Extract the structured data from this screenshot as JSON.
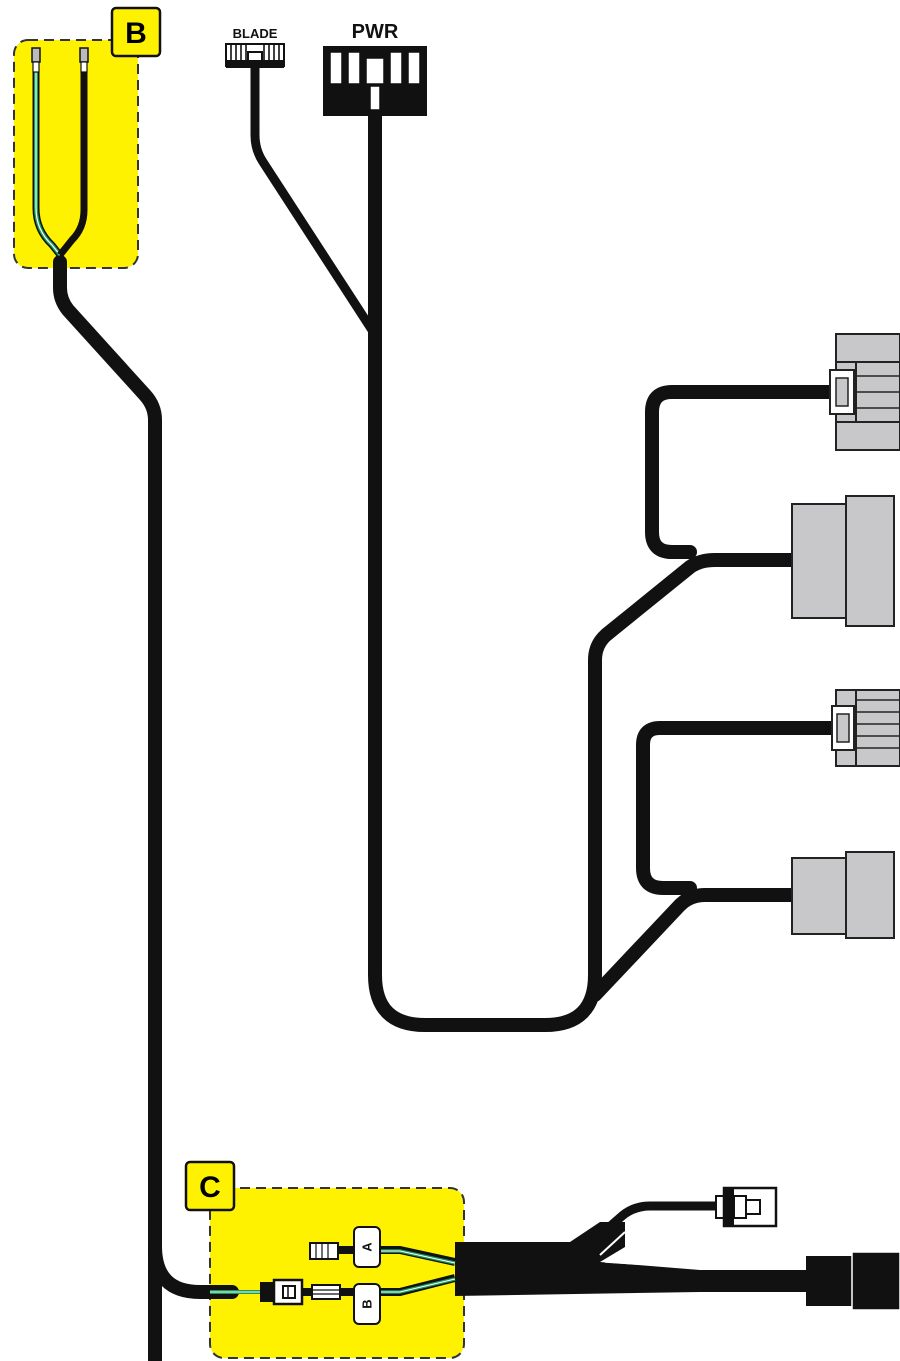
{
  "labels": {
    "blade": "BLADE",
    "pwr": "PWR"
  },
  "callouts": {
    "b": "B",
    "c": "C"
  },
  "tags": {
    "a": "A",
    "b": "B"
  },
  "colors": {
    "highlight": "#fff200",
    "wire": "#111111",
    "wire_green": "#1a9a5a",
    "connector_gray": "#c8c8ca",
    "connector_edge": "#222222"
  }
}
